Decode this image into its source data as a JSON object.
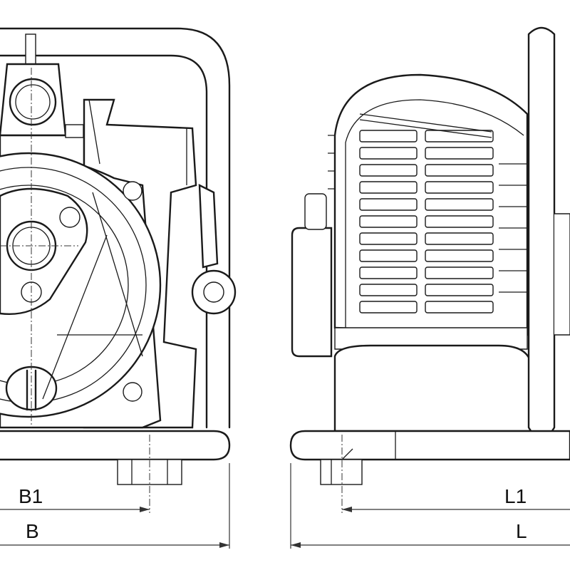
{
  "dimensions": {
    "front_view": {
      "inner_width_label": "B1",
      "overall_width_label": "B"
    },
    "side_view": {
      "inner_length_label": "L1",
      "overall_length_label": "L"
    }
  },
  "colors": {
    "line": "#1a1a1a",
    "background": "#ffffff"
  }
}
